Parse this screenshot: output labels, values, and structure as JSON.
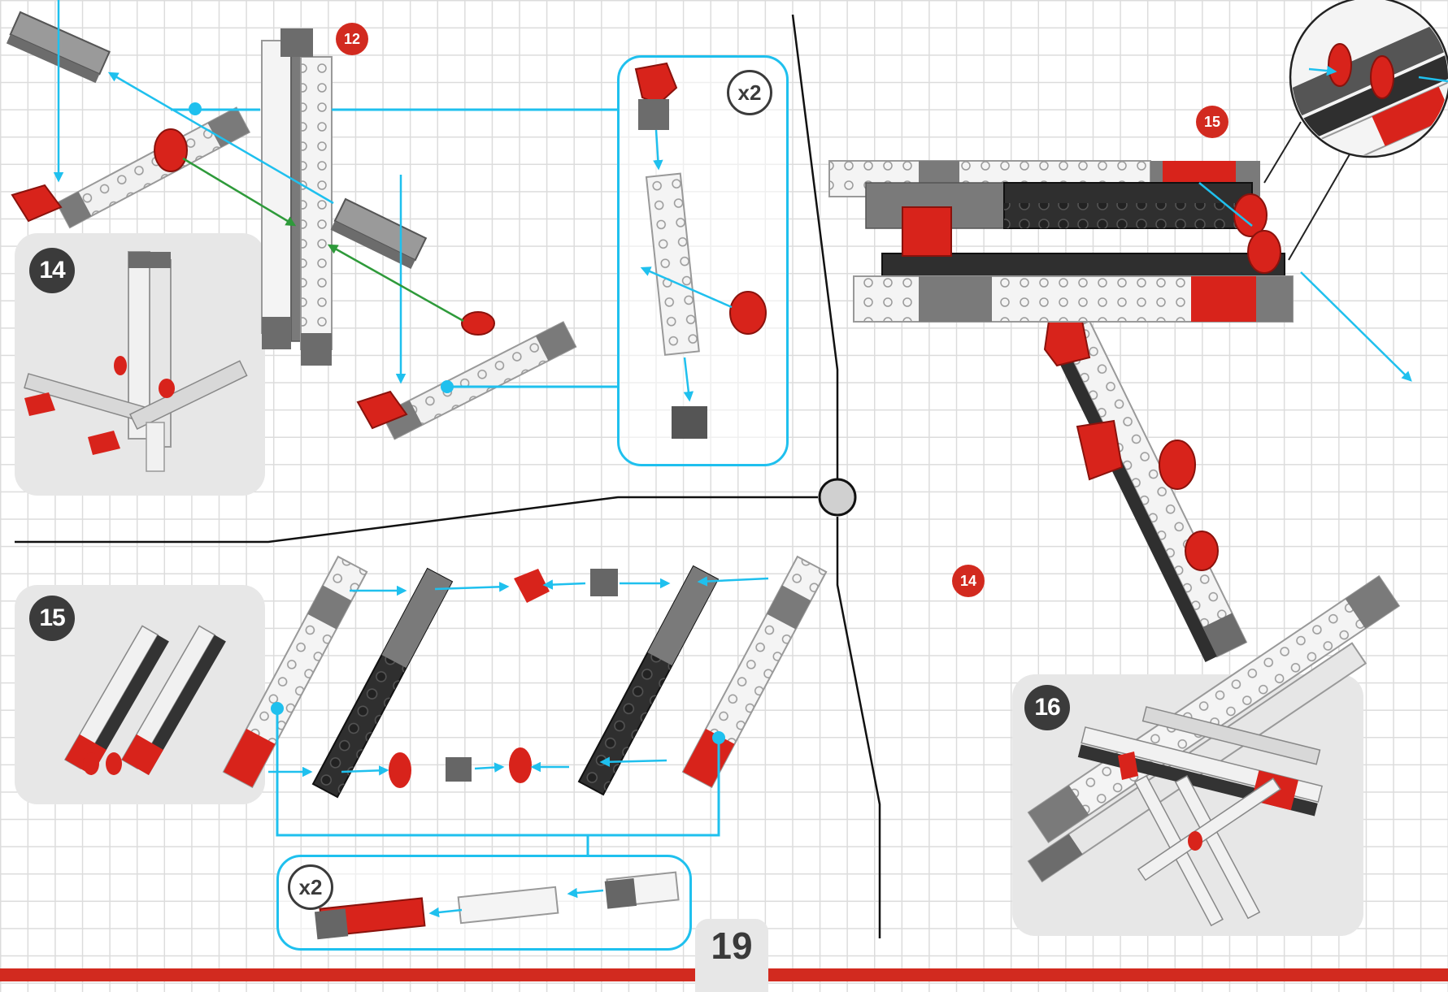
{
  "page": {
    "number": "19"
  },
  "steps": {
    "s14": {
      "label": "14"
    },
    "s15": {
      "label": "15"
    },
    "s16": {
      "label": "16"
    }
  },
  "refs": {
    "r12": "12",
    "r15": "15",
    "r14": "14"
  },
  "multipliers": {
    "top": "x2",
    "bottom": "x2"
  },
  "colors": {
    "accent": "#d22a1f",
    "connector": "#1fc0ee",
    "guide": "#2e9a3a",
    "panel": "#e7e7e7",
    "dark_part": "#333333",
    "grey_part": "#808080",
    "light_part": "#f0f0f0"
  }
}
